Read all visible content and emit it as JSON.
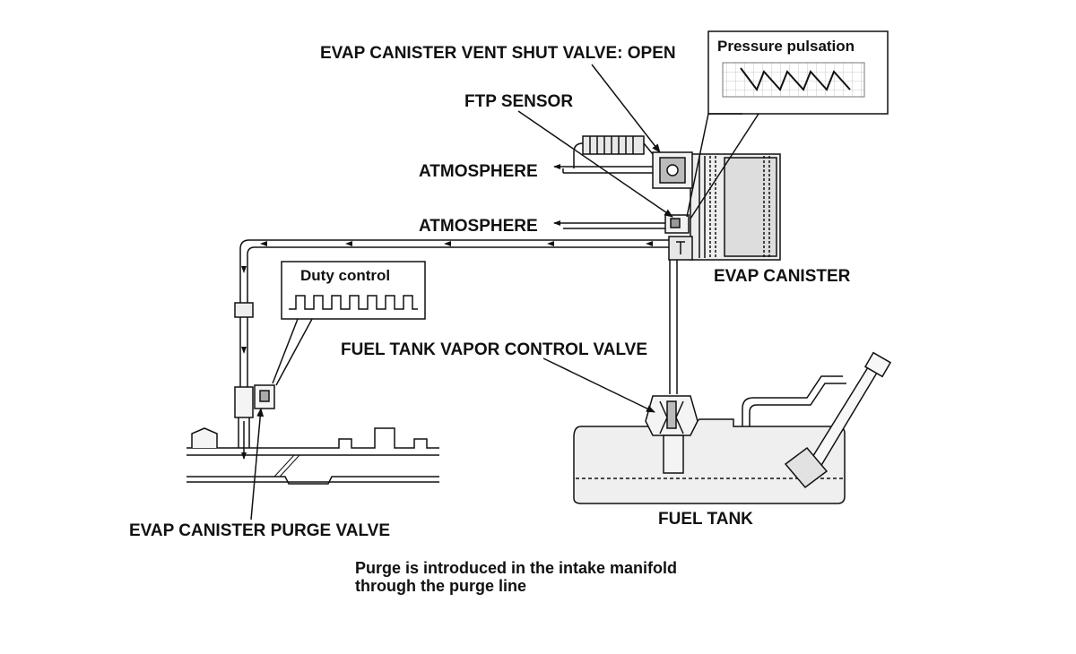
{
  "labels": {
    "vent_valve": "EVAP CANISTER VENT SHUT VALVE: OPEN",
    "ftp_sensor": "FTP SENSOR",
    "atmosphere_upper": "ATMOSPHERE",
    "atmosphere_lower": "ATMOSPHERE",
    "evap_canister": "EVAP CANISTER",
    "vapor_control_valve": "FUEL TANK VAPOR CONTROL VALVE",
    "purge_valve": "EVAP CANISTER PURGE VALVE",
    "fuel_tank": "FUEL TANK"
  },
  "insets": {
    "pressure": "Pressure pulsation",
    "duty": "Duty control"
  },
  "caption": {
    "line1": "Purge is introduced in the intake manifold",
    "line2": "through the purge line"
  }
}
